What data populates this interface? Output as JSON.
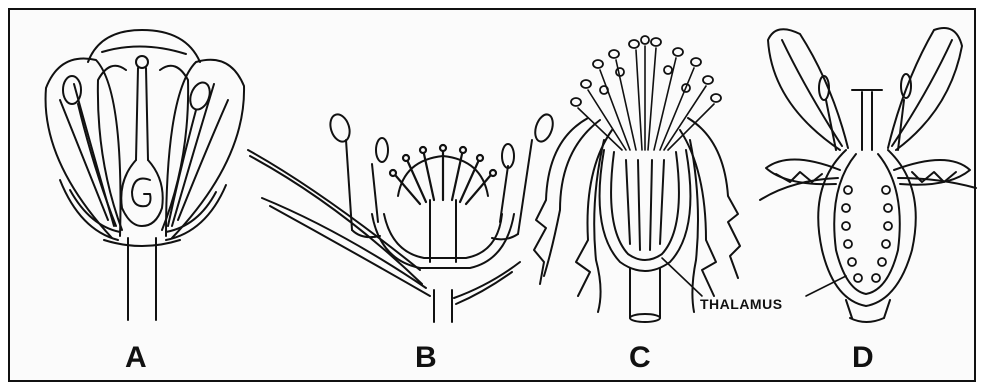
{
  "figure": {
    "labels": {
      "a": "A",
      "b": "B",
      "c": "C",
      "d": "D"
    },
    "annotation": "THALAMUS"
  }
}
